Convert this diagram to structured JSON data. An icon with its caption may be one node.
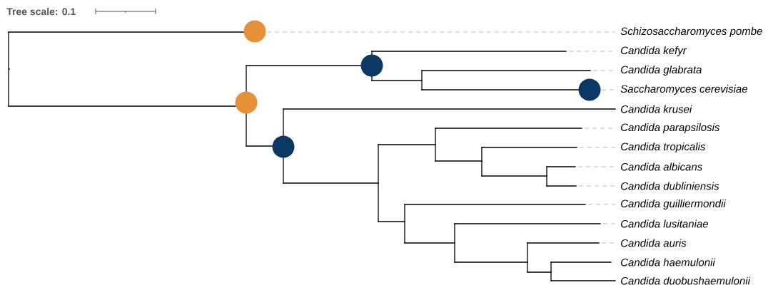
{
  "diagram": {
    "labels": [
      "Tree scale: 0.1",
      "Schizosaccharomyces pombe",
      "Candida kefyr",
      "Candida glabrata",
      "Saccharomyces cerevisiae",
      "Candida krusei",
      "Candida parapsilosis",
      "Candida tropicalis",
      "Candida albicans",
      "Candida dubliniensis",
      "Candida guilliermondii",
      "Candida lusitaniae",
      "Candida auris",
      "Candida haemulonii",
      "Candida duobushaemulonii"
    ]
  }
}
